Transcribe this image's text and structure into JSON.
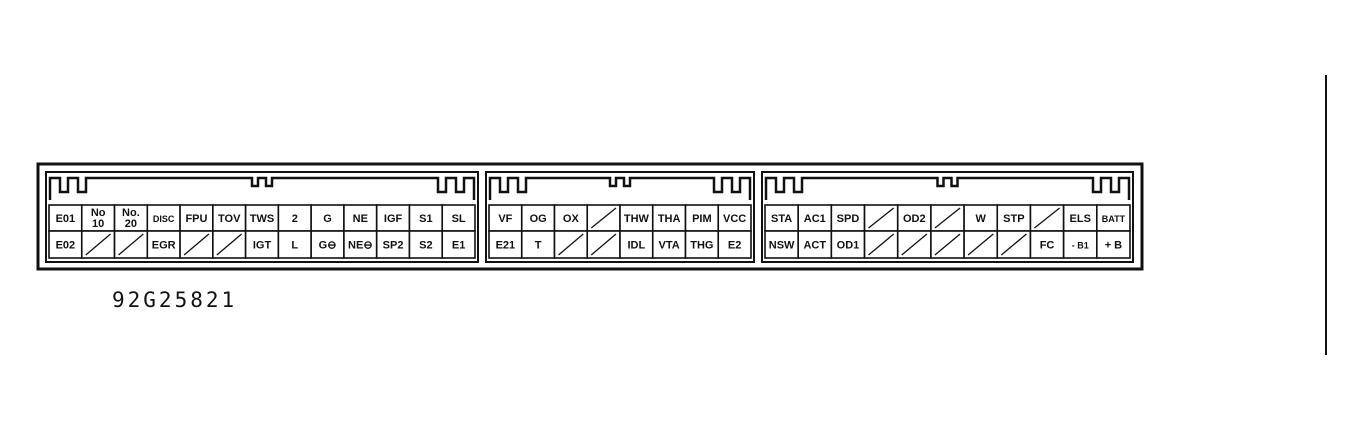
{
  "part_number": "92G25821",
  "colors": {
    "ink": "#111111",
    "background": "#ffffff"
  },
  "connectors": [
    {
      "top": [
        "E01",
        "No 10",
        "No. 20",
        "DISC",
        "FPU",
        "TOV",
        "TWS",
        "2",
        "G",
        "NE",
        "IGF",
        "S1",
        "SL"
      ],
      "bottom": [
        "E02",
        "",
        "",
        "EGR",
        "",
        "",
        "IGT",
        "L",
        "G⊖",
        "NE⊖",
        "SP2",
        "S2",
        "E1"
      ]
    },
    {
      "top": [
        "VF",
        "OG",
        "OX",
        "",
        "THW",
        "THA",
        "PIM",
        "VCC"
      ],
      "bottom": [
        "E21",
        "T",
        "",
        "",
        "IDL",
        "VTA",
        "THG",
        "E2"
      ]
    },
    {
      "top": [
        "STA",
        "AC1",
        "SPD",
        "",
        "OD2",
        "",
        "W",
        "STP",
        "",
        "ELS",
        "BATT"
      ],
      "bottom": [
        "NSW",
        "ACT",
        "OD1",
        "",
        "",
        "",
        "",
        "",
        "FC",
        "- B1",
        "+ B"
      ]
    }
  ]
}
